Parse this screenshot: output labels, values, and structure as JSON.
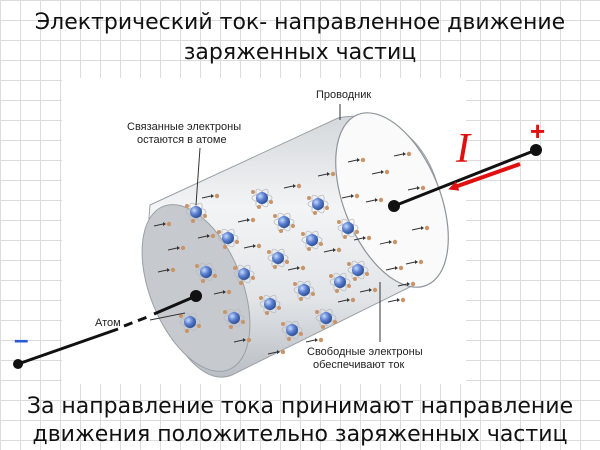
{
  "title": {
    "line1": "Электрический ток- направленное движение",
    "line2": "заряженных частиц"
  },
  "diagram": {
    "labels": {
      "conductor": "Проводник",
      "bound_electrons_line1": "Связанные электроны",
      "bound_electrons_line2": "остаются в атоме",
      "atom": "Атом",
      "free_electrons_line1": "Свободные электроны",
      "free_electrons_line2": "обеспечивают ток"
    },
    "current_symbol": "I",
    "plus_sign": "+",
    "minus_sign": "–"
  },
  "footer": {
    "line1": "За направление тока принимают направление",
    "line2": "движения положительно заряженных частиц"
  },
  "colors": {
    "current_arrow": "#e01010",
    "atom_core": "#5a7fd0",
    "electron": "#c8956a",
    "wire": "#111111"
  }
}
